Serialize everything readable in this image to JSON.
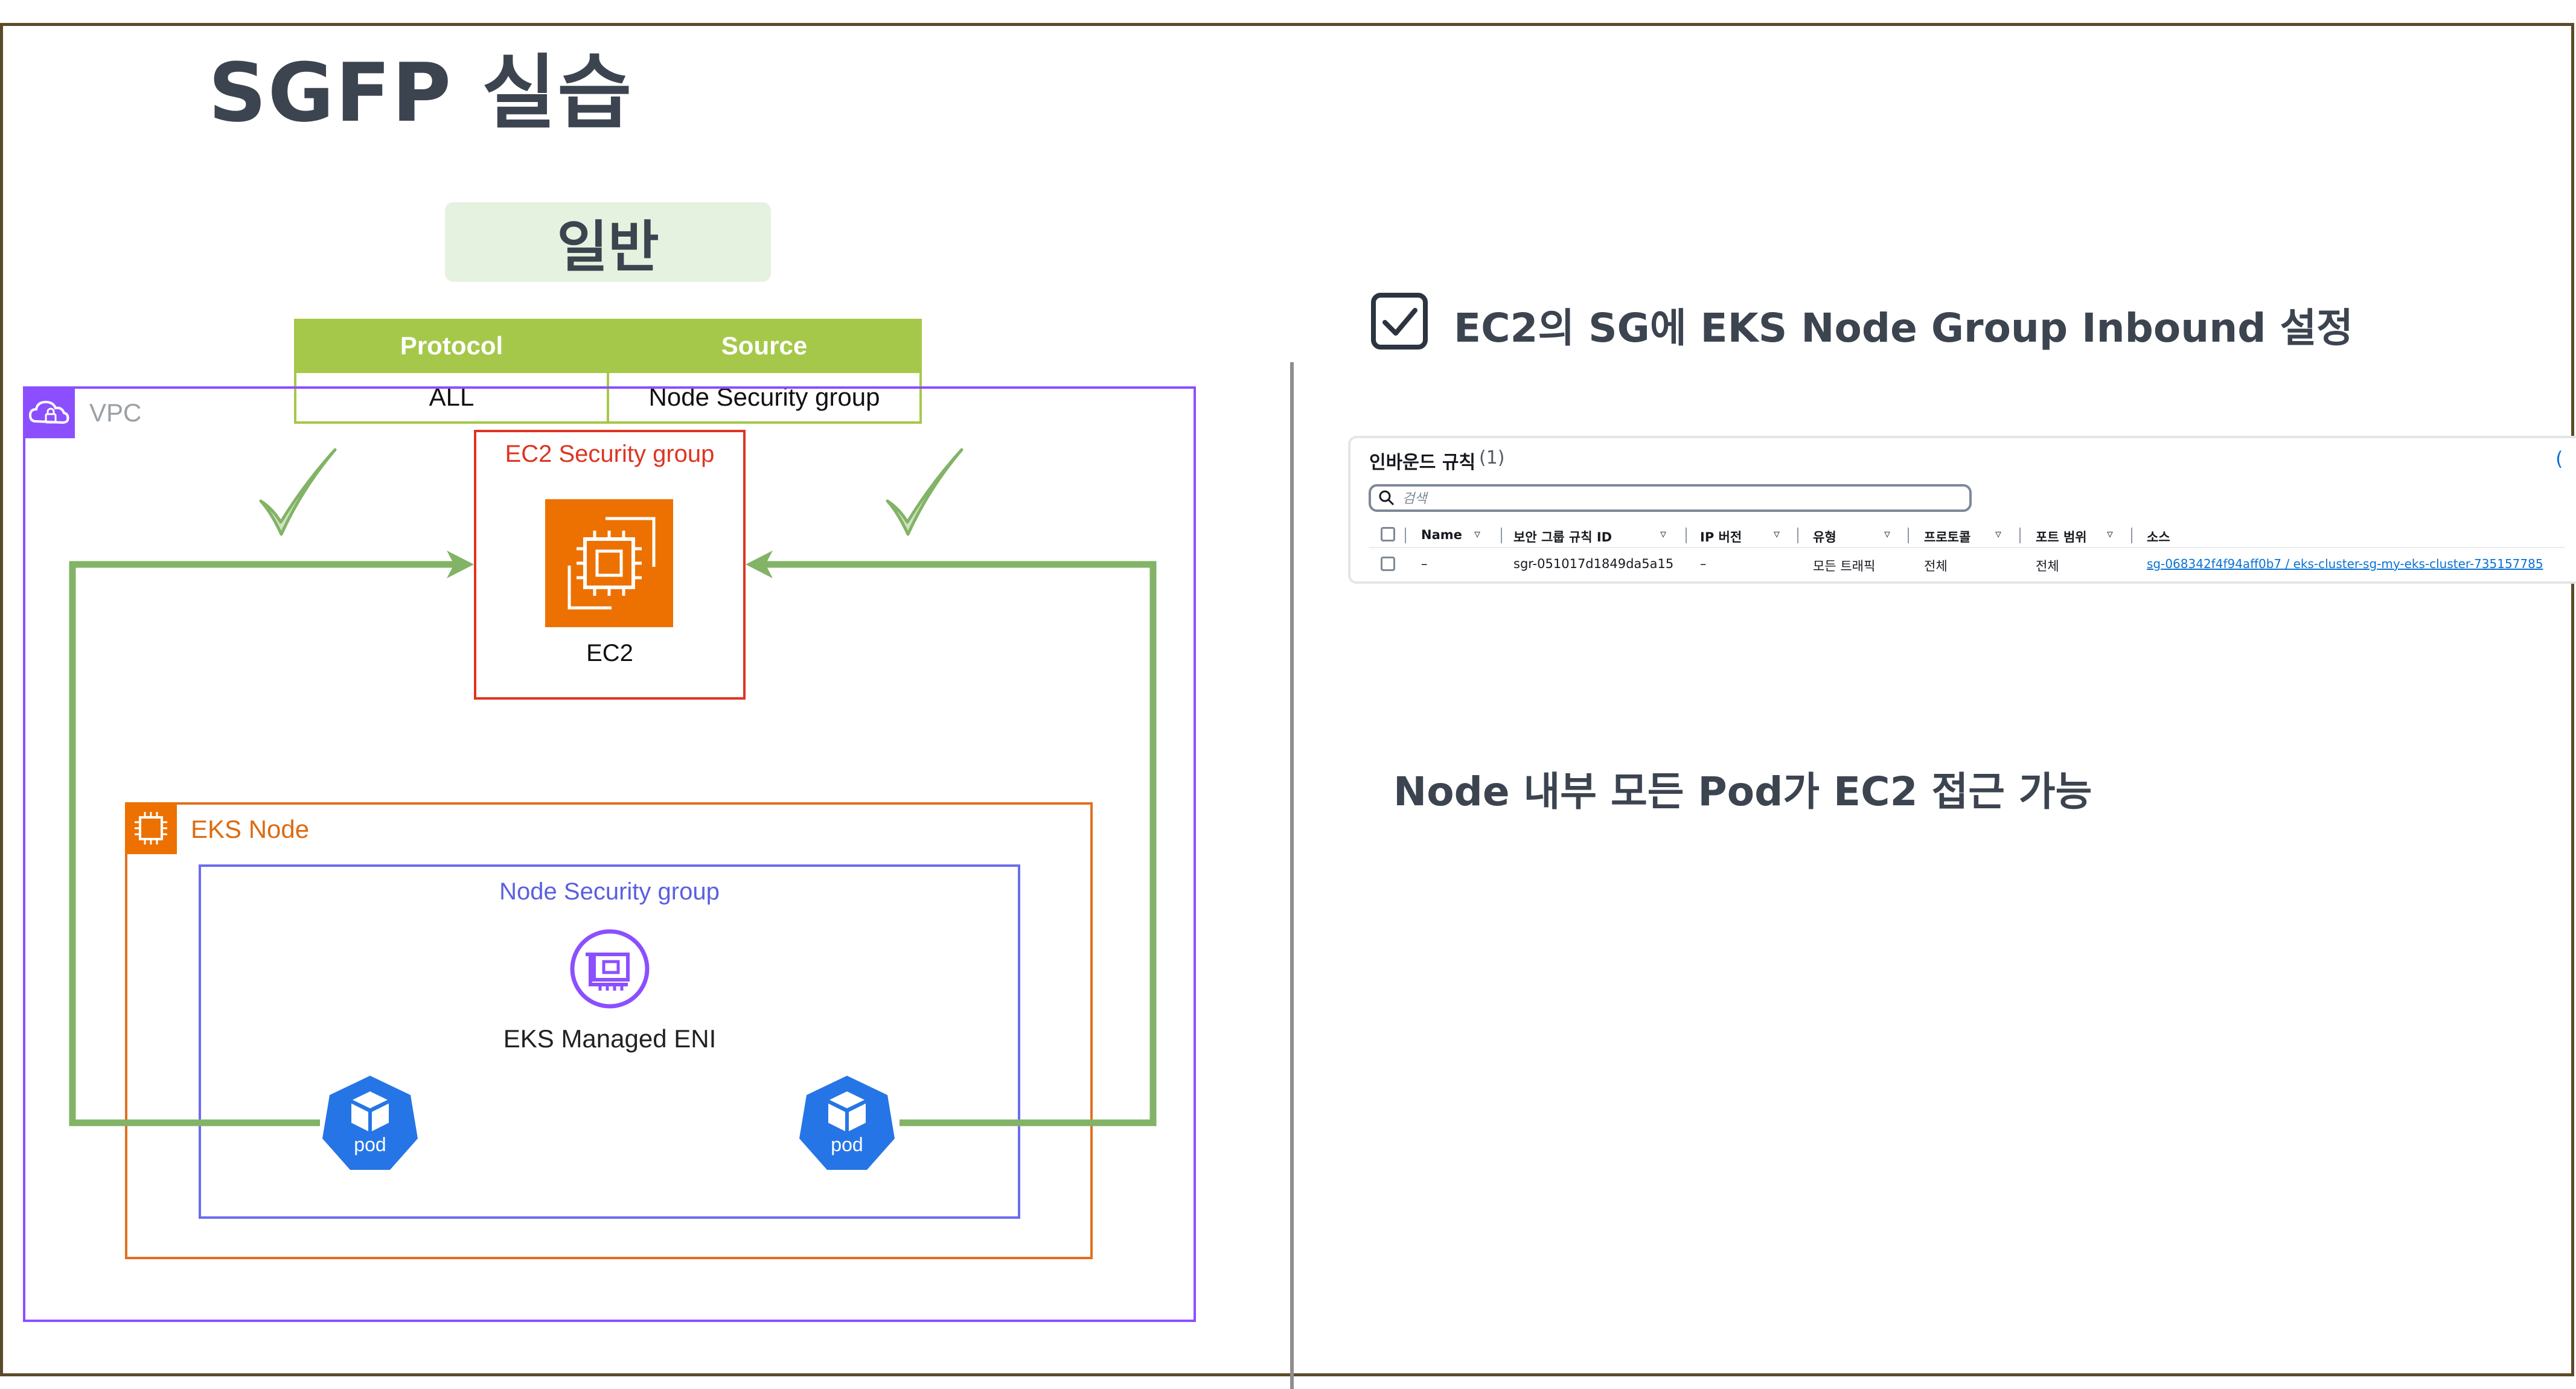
{
  "title": "SGFP 실습",
  "badge": "일반",
  "rule_table": {
    "headers": [
      "Protocol",
      "Source"
    ],
    "row": [
      "ALL",
      "Node Security group"
    ]
  },
  "diagram": {
    "vpc_label": "VPC",
    "ec2_sg_label": "EC2 Security group",
    "ec2_label": "EC2",
    "eks_node_label": "EKS Node",
    "node_sg_label": "Node Security group",
    "eni_label": "EKS Managed ENI",
    "pods": [
      "pod",
      "pod"
    ]
  },
  "right": {
    "heading": "EC2의 SG에 EKS Node Group Inbound 설정",
    "conclusion": "Node 내부 모든 Pod가 EC2 접근 가능"
  },
  "console": {
    "title": "인바운드 규칙",
    "count": "(1)",
    "edge": "(",
    "search_placeholder": "검색",
    "columns": [
      "Name",
      "보안 그룹 규칙 ID",
      "IP 버전",
      "유형",
      "프로토콜",
      "포트 범위",
      "소스"
    ],
    "row": {
      "name": "–",
      "rule_id": "sgr-051017d1849da5a15",
      "ip_version": "–",
      "type": "모든 트래픽",
      "protocol": "전체",
      "port_range": "전체",
      "source": "sg-068342f4f94aff0b7 / eks-cluster-sg-my-eks-cluster-735157785"
    }
  },
  "colors": {
    "arrow": "#82b366",
    "vpc": "#8c4fff",
    "ec2_sg": "#dd3522",
    "eks_node": "#e07020",
    "node_sg": "#6b6cf0",
    "table_header": "#a5c84a",
    "pod": "#2675e6"
  }
}
